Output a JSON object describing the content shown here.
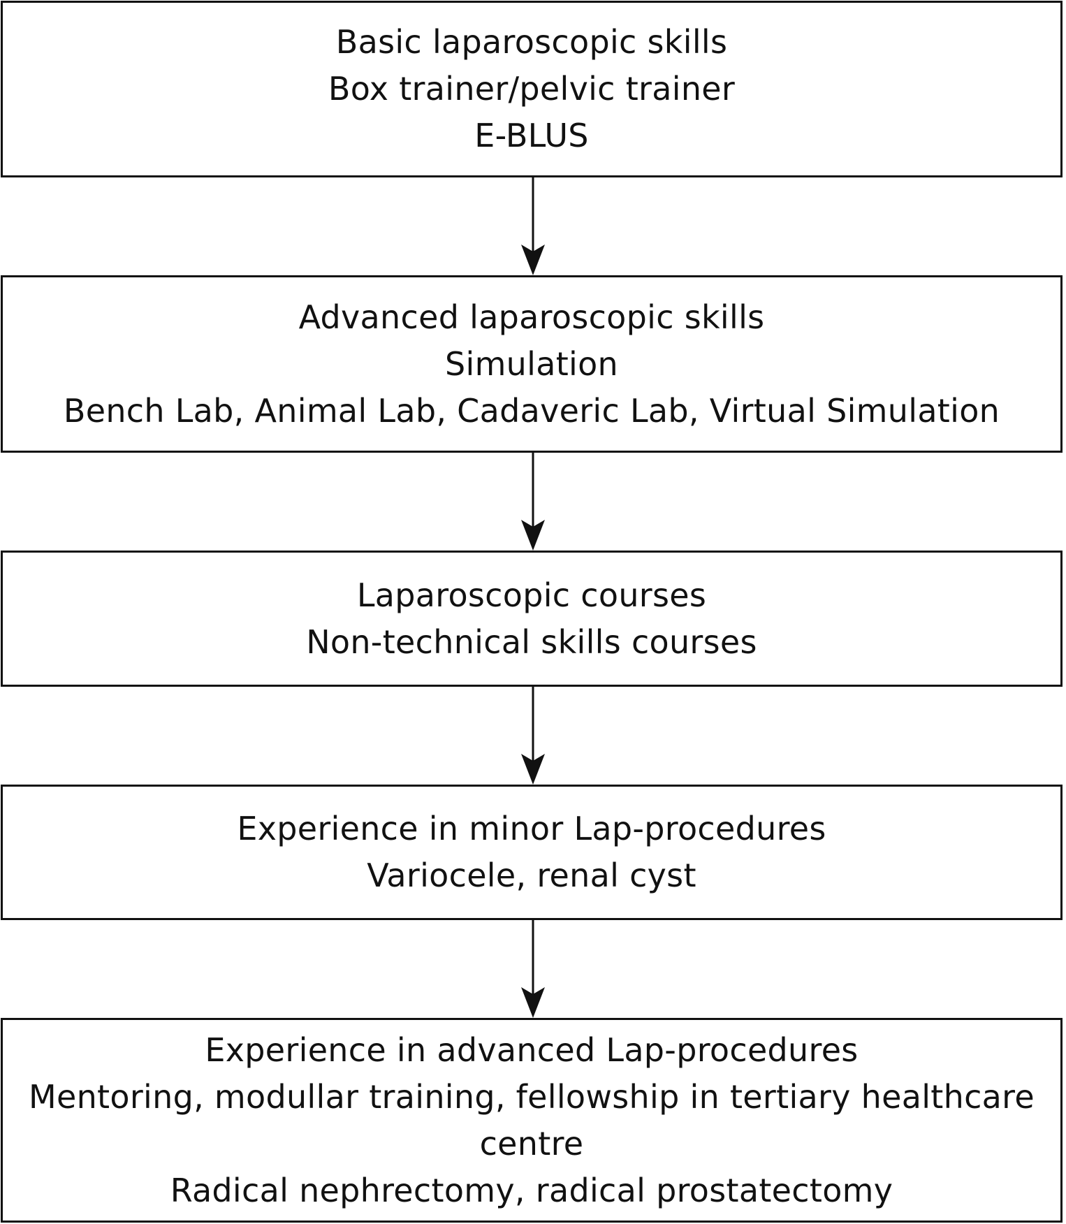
{
  "flowchart": {
    "steps": [
      {
        "lines": [
          "Basic laparoscopic skills",
          "Box trainer/pelvic trainer",
          "E-BLUS"
        ]
      },
      {
        "lines": [
          "Advanced laparoscopic skills",
          "Simulation",
          "Bench Lab, Animal Lab, Cadaveric Lab, Virtual Simulation"
        ]
      },
      {
        "lines": [
          "Laparoscopic courses",
          "Non-technical skills courses"
        ]
      },
      {
        "lines": [
          "Experience in minor Lap-procedures",
          "Variocele, renal cyst"
        ]
      },
      {
        "lines": [
          "Experience in advanced Lap-procedures",
          "Mentoring, modullar training, fellowship in tertiary healthcare",
          "centre",
          "Radical nephrectomy, radical prostatectomy"
        ]
      }
    ]
  }
}
